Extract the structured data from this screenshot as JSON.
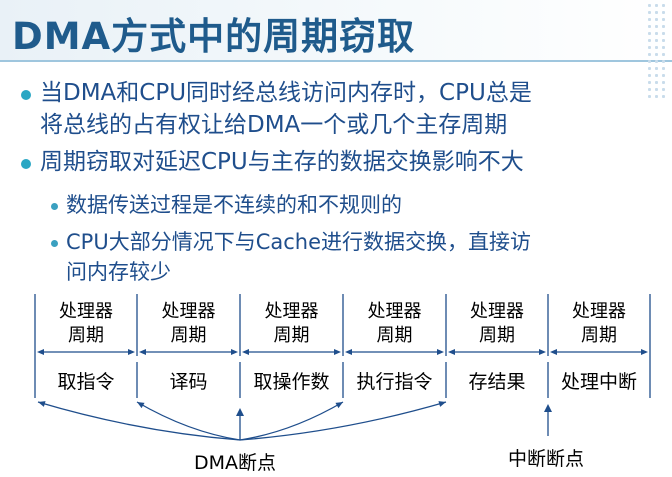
{
  "slide": {
    "title": "DMA方式中的周期窃取",
    "bullets": [
      {
        "level": 1,
        "lines": [
          "当DMA和CPU同时经总线访问内存时，CPU总是",
          "将总线的占有权让给DMA一个或几个主存周期"
        ]
      },
      {
        "level": 1,
        "lines": [
          "周期窃取对延迟CPU与主存的数据交换影响不大"
        ]
      },
      {
        "level": 2,
        "lines": [
          "数据传送过程是不连续的和不规则的"
        ]
      },
      {
        "level": 2,
        "lines": [
          "CPU大部分情况下与Cache进行数据交换，直接访",
          "问内存较少"
        ]
      }
    ]
  },
  "diagram": {
    "cycle_labels": [
      [
        "处理器",
        "周期"
      ],
      [
        "处理器",
        "周期"
      ],
      [
        "处理器",
        "周期"
      ],
      [
        "处理器",
        "周期"
      ],
      [
        "处理器",
        "周期"
      ],
      [
        "处理器",
        "周期"
      ]
    ],
    "stages": [
      "取指令",
      "译码",
      "取操作数",
      "执行指令",
      "存结果",
      "处理中断"
    ],
    "dma_label": "DMA断点",
    "interrupt_label": "中断断点"
  },
  "colors": {
    "title": "#1f5b8c",
    "text": "#1f4e8c",
    "bullet": "#2aa7c4",
    "diagram": "#1f4e8c"
  }
}
